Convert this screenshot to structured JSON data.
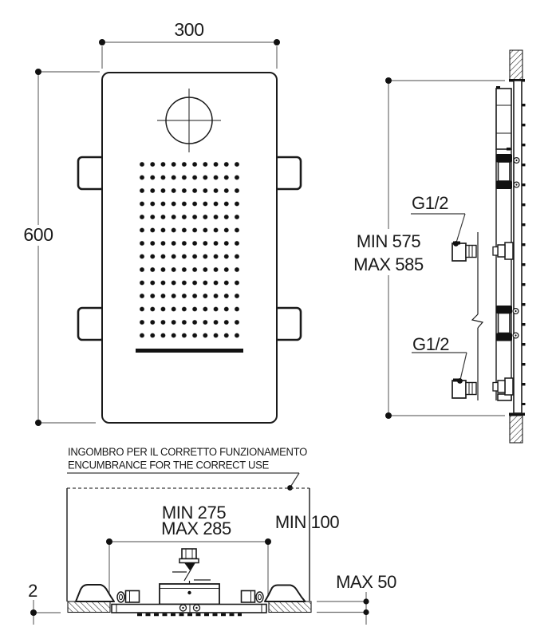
{
  "front_view": {
    "width_dim": "300",
    "height_dim": "600"
  },
  "side_view": {
    "depth_min_dim": "MIN 575",
    "depth_max_dim": "MAX 585",
    "thread_top": "G1/2",
    "thread_bottom": "G1/2"
  },
  "section_view": {
    "note_it": "INGOMBRO PER IL CORRETTO FUNZIONAMENTO",
    "note_en": "ENCUMBRANCE FOR THE CORRECT USE",
    "opening_min": "MIN 275",
    "opening_max": "MAX 285",
    "clearance_min": "MIN 100",
    "ceiling_thickness_max": "MAX 50",
    "protrusion": "2"
  },
  "colors": {
    "line": "#1a1a1a",
    "dim_line": "#6e6e6e",
    "background": "#ffffff"
  }
}
